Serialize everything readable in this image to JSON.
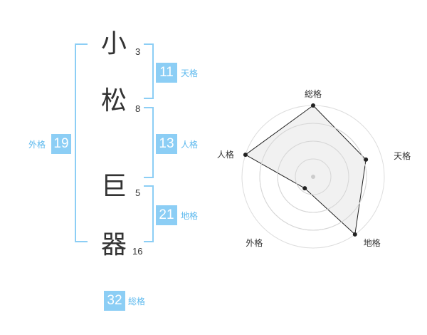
{
  "name": {
    "characters": [
      {
        "char": "小",
        "strokes": "3"
      },
      {
        "char": "松",
        "strokes": "8"
      },
      {
        "char": "巨",
        "strokes": "5"
      },
      {
        "char": "器",
        "strokes": "16"
      }
    ]
  },
  "fortunes": {
    "tenkaku": {
      "value": "11",
      "label": "天格"
    },
    "jinkaku": {
      "value": "13",
      "label": "人格"
    },
    "chikaku": {
      "value": "21",
      "label": "地格"
    },
    "gaikaku": {
      "value": "19",
      "label": "外格"
    },
    "soukaku": {
      "value": "32",
      "label": "総格"
    }
  },
  "colors": {
    "accent": "#8ccef5",
    "label": "#5bb8ee",
    "text": "#333333",
    "radar_fill": "#eeeeee",
    "radar_line": "#222222"
  },
  "chart_data": {
    "type": "radar",
    "axes": [
      "総格",
      "天格",
      "地格",
      "外格",
      "人格"
    ],
    "values": [
      1.0,
      0.78,
      1.0,
      0.2,
      1.0
    ],
    "max": 1.0,
    "rings": 4
  }
}
